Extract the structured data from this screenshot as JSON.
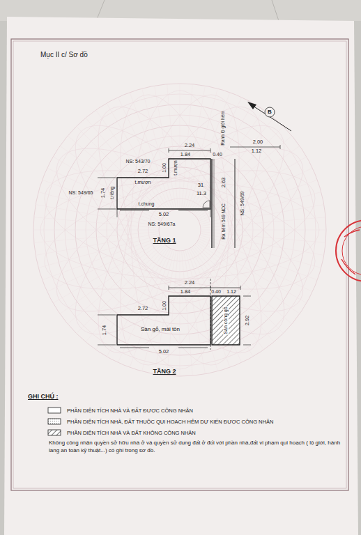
{
  "diagram": {
    "nodes": [
      {
        "text": [
          "31",
          "11.3"
        ]
      },
      {
        "text": [
          "Sàn gỗ, mái tôn"
        ]
      },
      {
        "text": [
          "Sân công gỗ"
        ]
      }
    ],
    "labels": [
      "Mục II c/ Sơ đồ",
      "B",
      "Ranh lộ giới hẻm",
      "2.24",
      "1.84",
      "0.40",
      "2.00",
      "1.12",
      "NS: 543/70",
      "1.00",
      "t.mượn",
      "2.72",
      "t.mượn",
      "NS: 549/65",
      "1.74",
      "t.riêng",
      "t.chung",
      "5.02",
      "NS: 549/67a",
      "2.63",
      "Ra hẻm 549 NCC",
      "NS: 549/69",
      "TẦNG 1",
      "2.24",
      "1.84",
      "0.40",
      "1.12",
      "1.00",
      "2.72",
      "1.74",
      "5.02",
      "2.92",
      "TẦNG 2",
      "GHI CHÚ :",
      "Không công nhận quyền sở hữu nhà ở và quyền sử dụng đất ở đối với phần nhà,đất vi phạm qui hoạch ( lộ giới, hành lang an toàn kỹ thuật...) có ghi trong sơ đồ."
    ],
    "legend": [
      {
        "text": "PHẦN DIỆN TÍCH NHÀ VÀ ĐẤT ĐƯỢC CÔNG NHẬN",
        "color": "#ffffff"
      },
      {
        "text": "PHẦN DIỆN TÍCH NHÀ, ĐẤT THUỘC QUI HOẠCH HẺM DỰ KIẾN ĐƯỢC CÔNG NHẬN"
      },
      {
        "text": "PHẦN DIỆN TÍCH NHÀ VÀ ĐẤT KHÔNG CÔNG NHẬN"
      }
    ]
  }
}
